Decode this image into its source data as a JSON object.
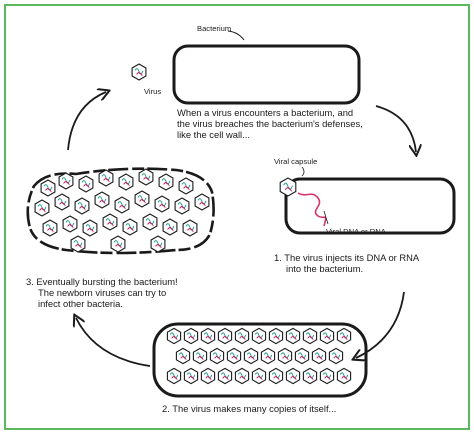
{
  "labels": {
    "bacterium": "Bacterium",
    "virus": "Virus",
    "viral_capsule": "Viral capsule",
    "viral_dna": "Viral DNA or RNA"
  },
  "captions": {
    "step0": [
      "When a virus encounters a bacterium, and",
      "the virus breaches the bacterium's defenses,",
      "like the cell wall..."
    ],
    "step1": [
      "1. The virus injects its DNA or RNA",
      "into the bacterium."
    ],
    "step2": [
      "2. The virus makes many copies of itself..."
    ],
    "step3": [
      "3. Eventually bursting the bacterium!",
      "The newborn viruses can try to",
      "infect other bacteria."
    ]
  },
  "colors": {
    "border": "#5cb85c",
    "ink": "#1a1a1a",
    "dna": "#d6336c",
    "capsid_teal": "#2a9d8f",
    "capsid_pink": "#c2185b"
  }
}
